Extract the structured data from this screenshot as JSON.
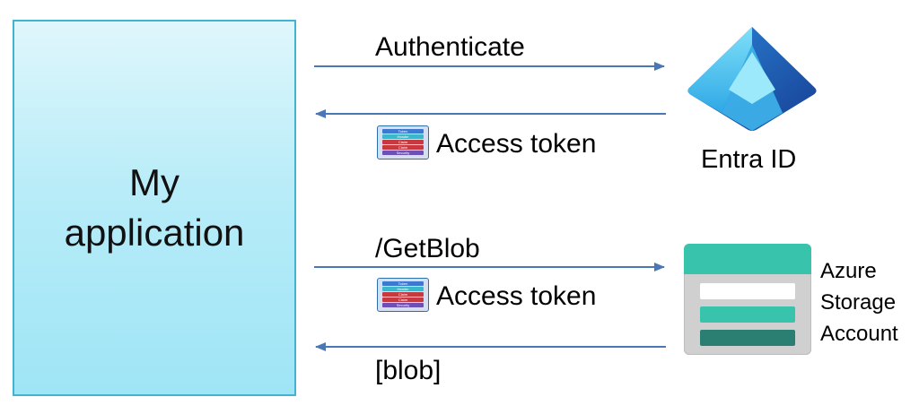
{
  "app": {
    "label_line1": "My",
    "label_line2": "application"
  },
  "flows": {
    "authenticate": "Authenticate",
    "access_token_1": "Access token",
    "getblob": "/GetBlob",
    "access_token_2": "Access token",
    "blob": "[blob]"
  },
  "services": {
    "entra_label": "Entra ID",
    "storage_line1": "Azure",
    "storage_line2": "Storage",
    "storage_line3": "Account"
  },
  "token_icon": {
    "rows": [
      "Token",
      "Header",
      "Claim",
      "Claim",
      "Security"
    ]
  },
  "colors": {
    "arrow": "#4a78b5",
    "app_border": "#41b3d0",
    "entra_light": "#5fd0f3",
    "entra_dark": "#1c5fb4",
    "storage_teal": "#38c3ad",
    "storage_dark_teal": "#2a7f72",
    "token_header": "#3bb7c9",
    "token_claim": "#c8383f",
    "token_security": "#6d4fb5"
  }
}
